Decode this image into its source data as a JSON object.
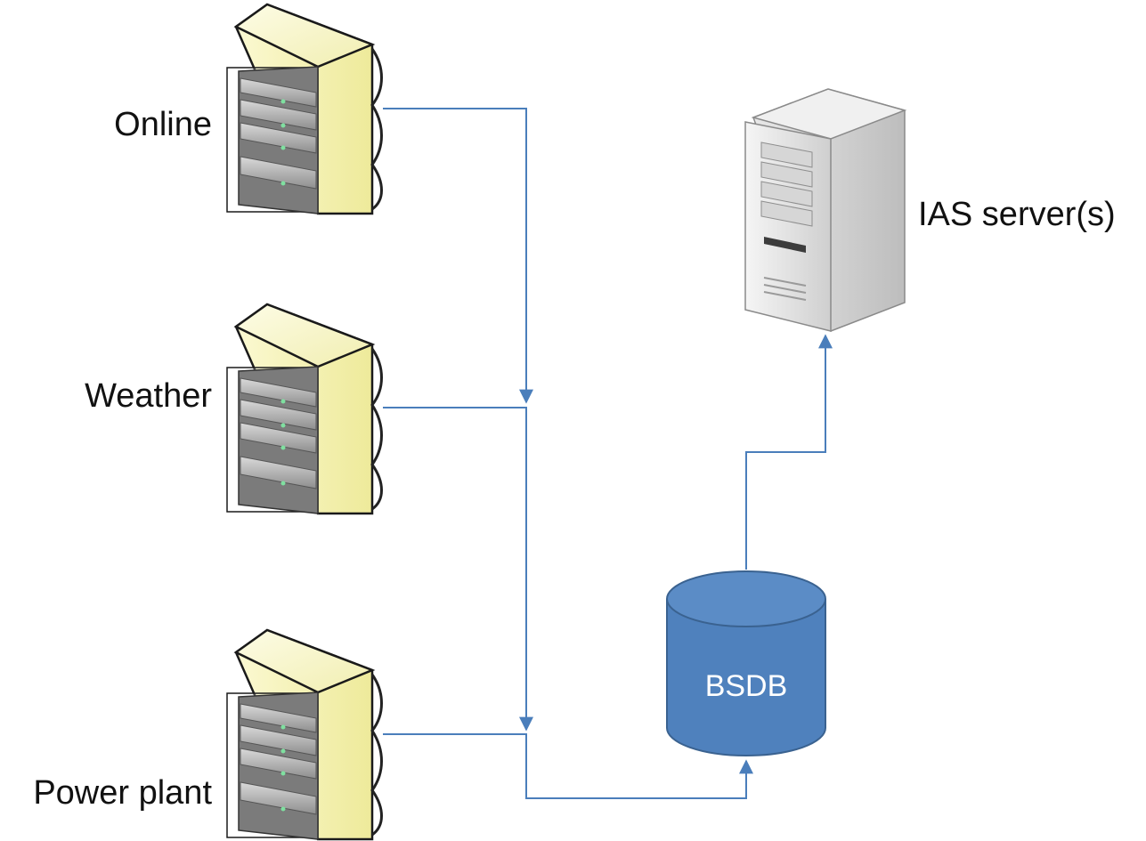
{
  "sources": [
    {
      "label": "Online",
      "icon": "server-rack-icon"
    },
    {
      "label": "Weather",
      "icon": "server-rack-icon"
    },
    {
      "label": "Power plant",
      "icon": "server-rack-icon"
    }
  ],
  "database": {
    "label": "BSDB",
    "icon": "database-cylinder-icon"
  },
  "server": {
    "label": "IAS server(s)",
    "icon": "tower-server-icon"
  },
  "colors": {
    "connector": "#4a7ebb",
    "database_fill": "#4f81bd",
    "database_stroke": "#3a6290",
    "rack_side": "#f6f3b8",
    "server_body": "#e4e4e4"
  }
}
